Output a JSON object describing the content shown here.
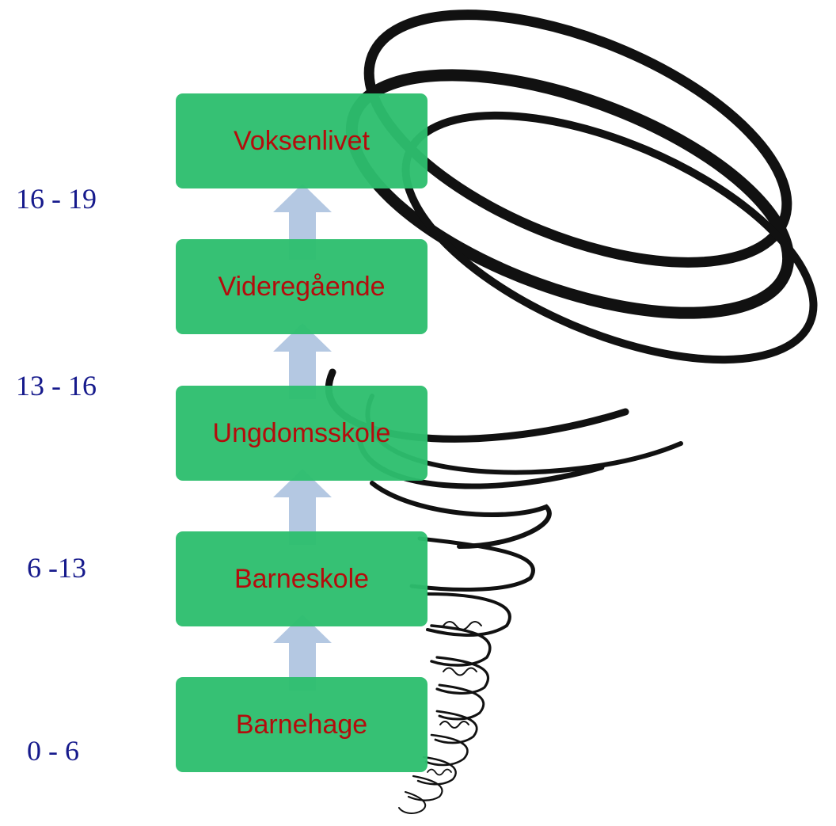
{
  "stages": [
    {
      "label": "Voksenlivet"
    },
    {
      "label": "Videregående"
    },
    {
      "label": "Ungdomsskole"
    },
    {
      "label": "Barneskole"
    },
    {
      "label": "Barnehage"
    }
  ],
  "ages": [
    {
      "label": "16 - 19"
    },
    {
      "label": "13 - 16"
    },
    {
      "label": "6 -13"
    },
    {
      "label": "0 - 6"
    }
  ],
  "colors": {
    "box_fill": "#2ebe6e",
    "box_text": "#b40c0c",
    "age_text": "#161a8c",
    "arrow": "#b4c8e2",
    "tornado_stroke": "#111111"
  },
  "illustration": {
    "icon": "tornado-icon"
  }
}
